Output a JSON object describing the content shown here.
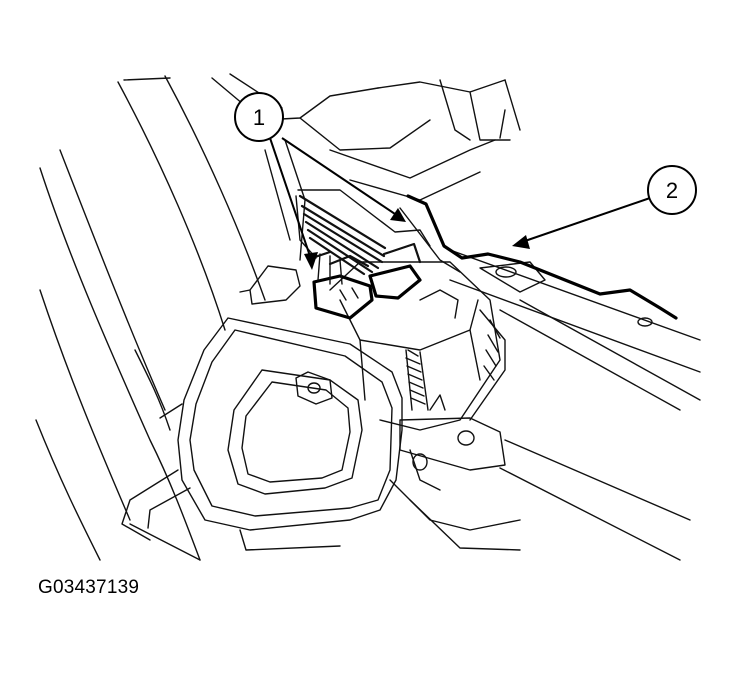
{
  "diagram": {
    "callouts": [
      {
        "label": "1"
      },
      {
        "label": "2"
      }
    ],
    "figure_id": "G03437139",
    "line_color": "#000000",
    "background": "#ffffff"
  }
}
